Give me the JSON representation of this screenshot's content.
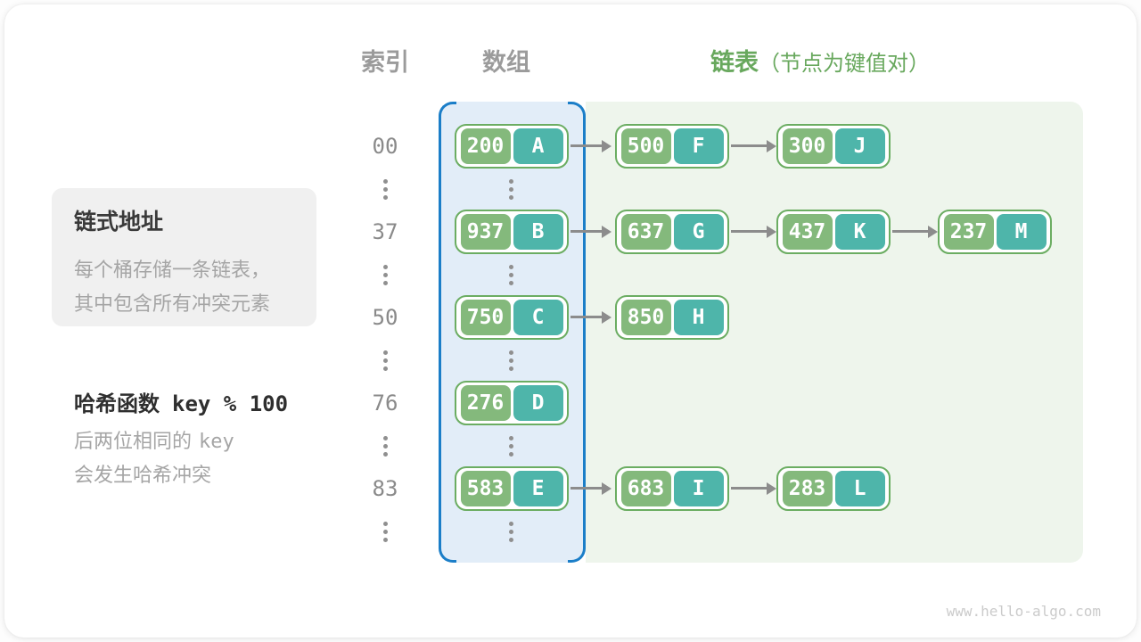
{
  "header": {
    "index": "索引",
    "array": "数组",
    "list": "链表",
    "list_note": "（节点为键值对）"
  },
  "concept_box": {
    "title": "链式地址",
    "line1": "每个桶存储一条链表，",
    "line2": "其中包含所有冲突元素"
  },
  "hash_note": {
    "title": "哈希函数",
    "formula": "key % 100",
    "line1_text": "后两位相同的",
    "line1_mono": "key",
    "line2": "会发生哈希冲突"
  },
  "hash_table": {
    "rows": [
      {
        "index": "00",
        "bucket": {
          "key": "200",
          "value": "A"
        },
        "chain": [
          {
            "key": "500",
            "value": "F"
          },
          {
            "key": "300",
            "value": "J"
          }
        ]
      },
      {
        "index": "37",
        "bucket": {
          "key": "937",
          "value": "B"
        },
        "chain": [
          {
            "key": "637",
            "value": "G"
          },
          {
            "key": "437",
            "value": "K"
          },
          {
            "key": "237",
            "value": "M"
          }
        ]
      },
      {
        "index": "50",
        "bucket": {
          "key": "750",
          "value": "C"
        },
        "chain": [
          {
            "key": "850",
            "value": "H"
          }
        ]
      },
      {
        "index": "76",
        "bucket": {
          "key": "276",
          "value": "D"
        },
        "chain": []
      },
      {
        "index": "83",
        "bucket": {
          "key": "583",
          "value": "E"
        },
        "chain": [
          {
            "key": "683",
            "value": "I"
          },
          {
            "key": "283",
            "value": "L"
          }
        ]
      }
    ]
  },
  "footer": {
    "site": "www.hello-algo.com"
  },
  "colors": {
    "key_green": "#84b97c",
    "value_teal": "#4eb5aa",
    "node_border_green": "#6bad62",
    "array_bg_blue": "#e2edf8",
    "array_bracket_blue": "#1b7ec8",
    "list_bg_green": "#eef5ec",
    "header_green": "#68a85d",
    "arrow_gray": "#8c8c8c",
    "text_gray": "#8a8a8a"
  }
}
